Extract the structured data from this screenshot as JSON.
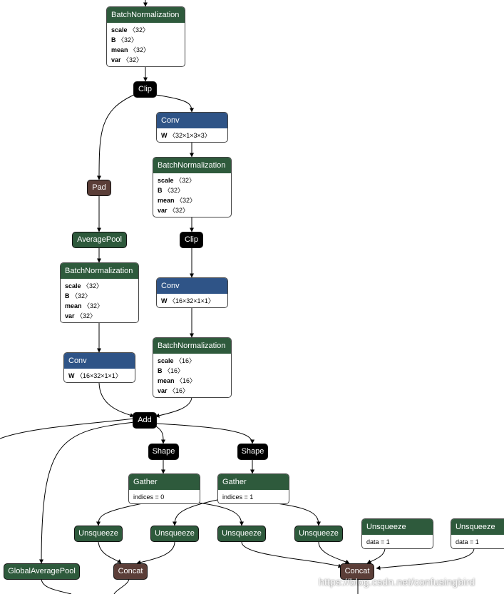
{
  "colors": {
    "black": "#000000",
    "green": "#2e5a3c",
    "blue": "#2f5487",
    "brown": "#5b3e38",
    "edge": "#000000"
  },
  "nodes": {
    "bn_top": {
      "title": "BatchNormalization",
      "attrs": [
        {
          "name": "scale",
          "value": "〈32〉"
        },
        {
          "name": "B",
          "value": "〈32〉"
        },
        {
          "name": "mean",
          "value": "〈32〉"
        },
        {
          "name": "var",
          "value": "〈32〉"
        }
      ]
    },
    "clip_1": {
      "title": "Clip"
    },
    "conv_1": {
      "title": "Conv",
      "attrs": [
        {
          "name": "W",
          "value": "〈32×1×3×3〉"
        }
      ]
    },
    "bn_2": {
      "title": "BatchNormalization",
      "attrs": [
        {
          "name": "scale",
          "value": "〈32〉"
        },
        {
          "name": "B",
          "value": "〈32〉"
        },
        {
          "name": "mean",
          "value": "〈32〉"
        },
        {
          "name": "var",
          "value": "〈32〉"
        }
      ]
    },
    "pad": {
      "title": "Pad"
    },
    "clip_2": {
      "title": "Clip"
    },
    "avgpool": {
      "title": "AveragePool"
    },
    "bn_left": {
      "title": "BatchNormalization",
      "attrs": [
        {
          "name": "scale",
          "value": "〈32〉"
        },
        {
          "name": "B",
          "value": "〈32〉"
        },
        {
          "name": "mean",
          "value": "〈32〉"
        },
        {
          "name": "var",
          "value": "〈32〉"
        }
      ]
    },
    "conv_2": {
      "title": "Conv",
      "attrs": [
        {
          "name": "W",
          "value": "〈16×32×1×1〉"
        }
      ]
    },
    "bn_3": {
      "title": "BatchNormalization",
      "attrs": [
        {
          "name": "scale",
          "value": "〈16〉"
        },
        {
          "name": "B",
          "value": "〈16〉"
        },
        {
          "name": "mean",
          "value": "〈16〉"
        },
        {
          "name": "var",
          "value": "〈16〉"
        }
      ]
    },
    "conv_left": {
      "title": "Conv",
      "attrs": [
        {
          "name": "W",
          "value": "〈16×32×1×1〉"
        }
      ]
    },
    "add": {
      "title": "Add"
    },
    "shape_1": {
      "title": "Shape"
    },
    "shape_2": {
      "title": "Shape"
    },
    "gather_1": {
      "title": "Gather",
      "attrs": [
        {
          "name": "",
          "value": "indices = 0"
        }
      ]
    },
    "gather_2": {
      "title": "Gather",
      "attrs": [
        {
          "name": "",
          "value": "indices = 1"
        }
      ]
    },
    "unsq_c1": {
      "title": "Unsqueeze",
      "attrs": [
        {
          "name": "",
          "value": "data = 1"
        }
      ]
    },
    "unsq_c2": {
      "title": "Unsqueeze",
      "attrs": [
        {
          "name": "",
          "value": "data = 1"
        }
      ]
    },
    "unsq_1": {
      "title": "Unsqueeze"
    },
    "unsq_2": {
      "title": "Unsqueeze"
    },
    "unsq_3": {
      "title": "Unsqueeze"
    },
    "unsq_4": {
      "title": "Unsqueeze"
    },
    "gap": {
      "title": "GlobalAveragePool"
    },
    "concat_1": {
      "title": "Concat"
    },
    "concat_2": {
      "title": "Concat"
    }
  },
  "watermark": "https://blog.csdn.net/confusingbird"
}
